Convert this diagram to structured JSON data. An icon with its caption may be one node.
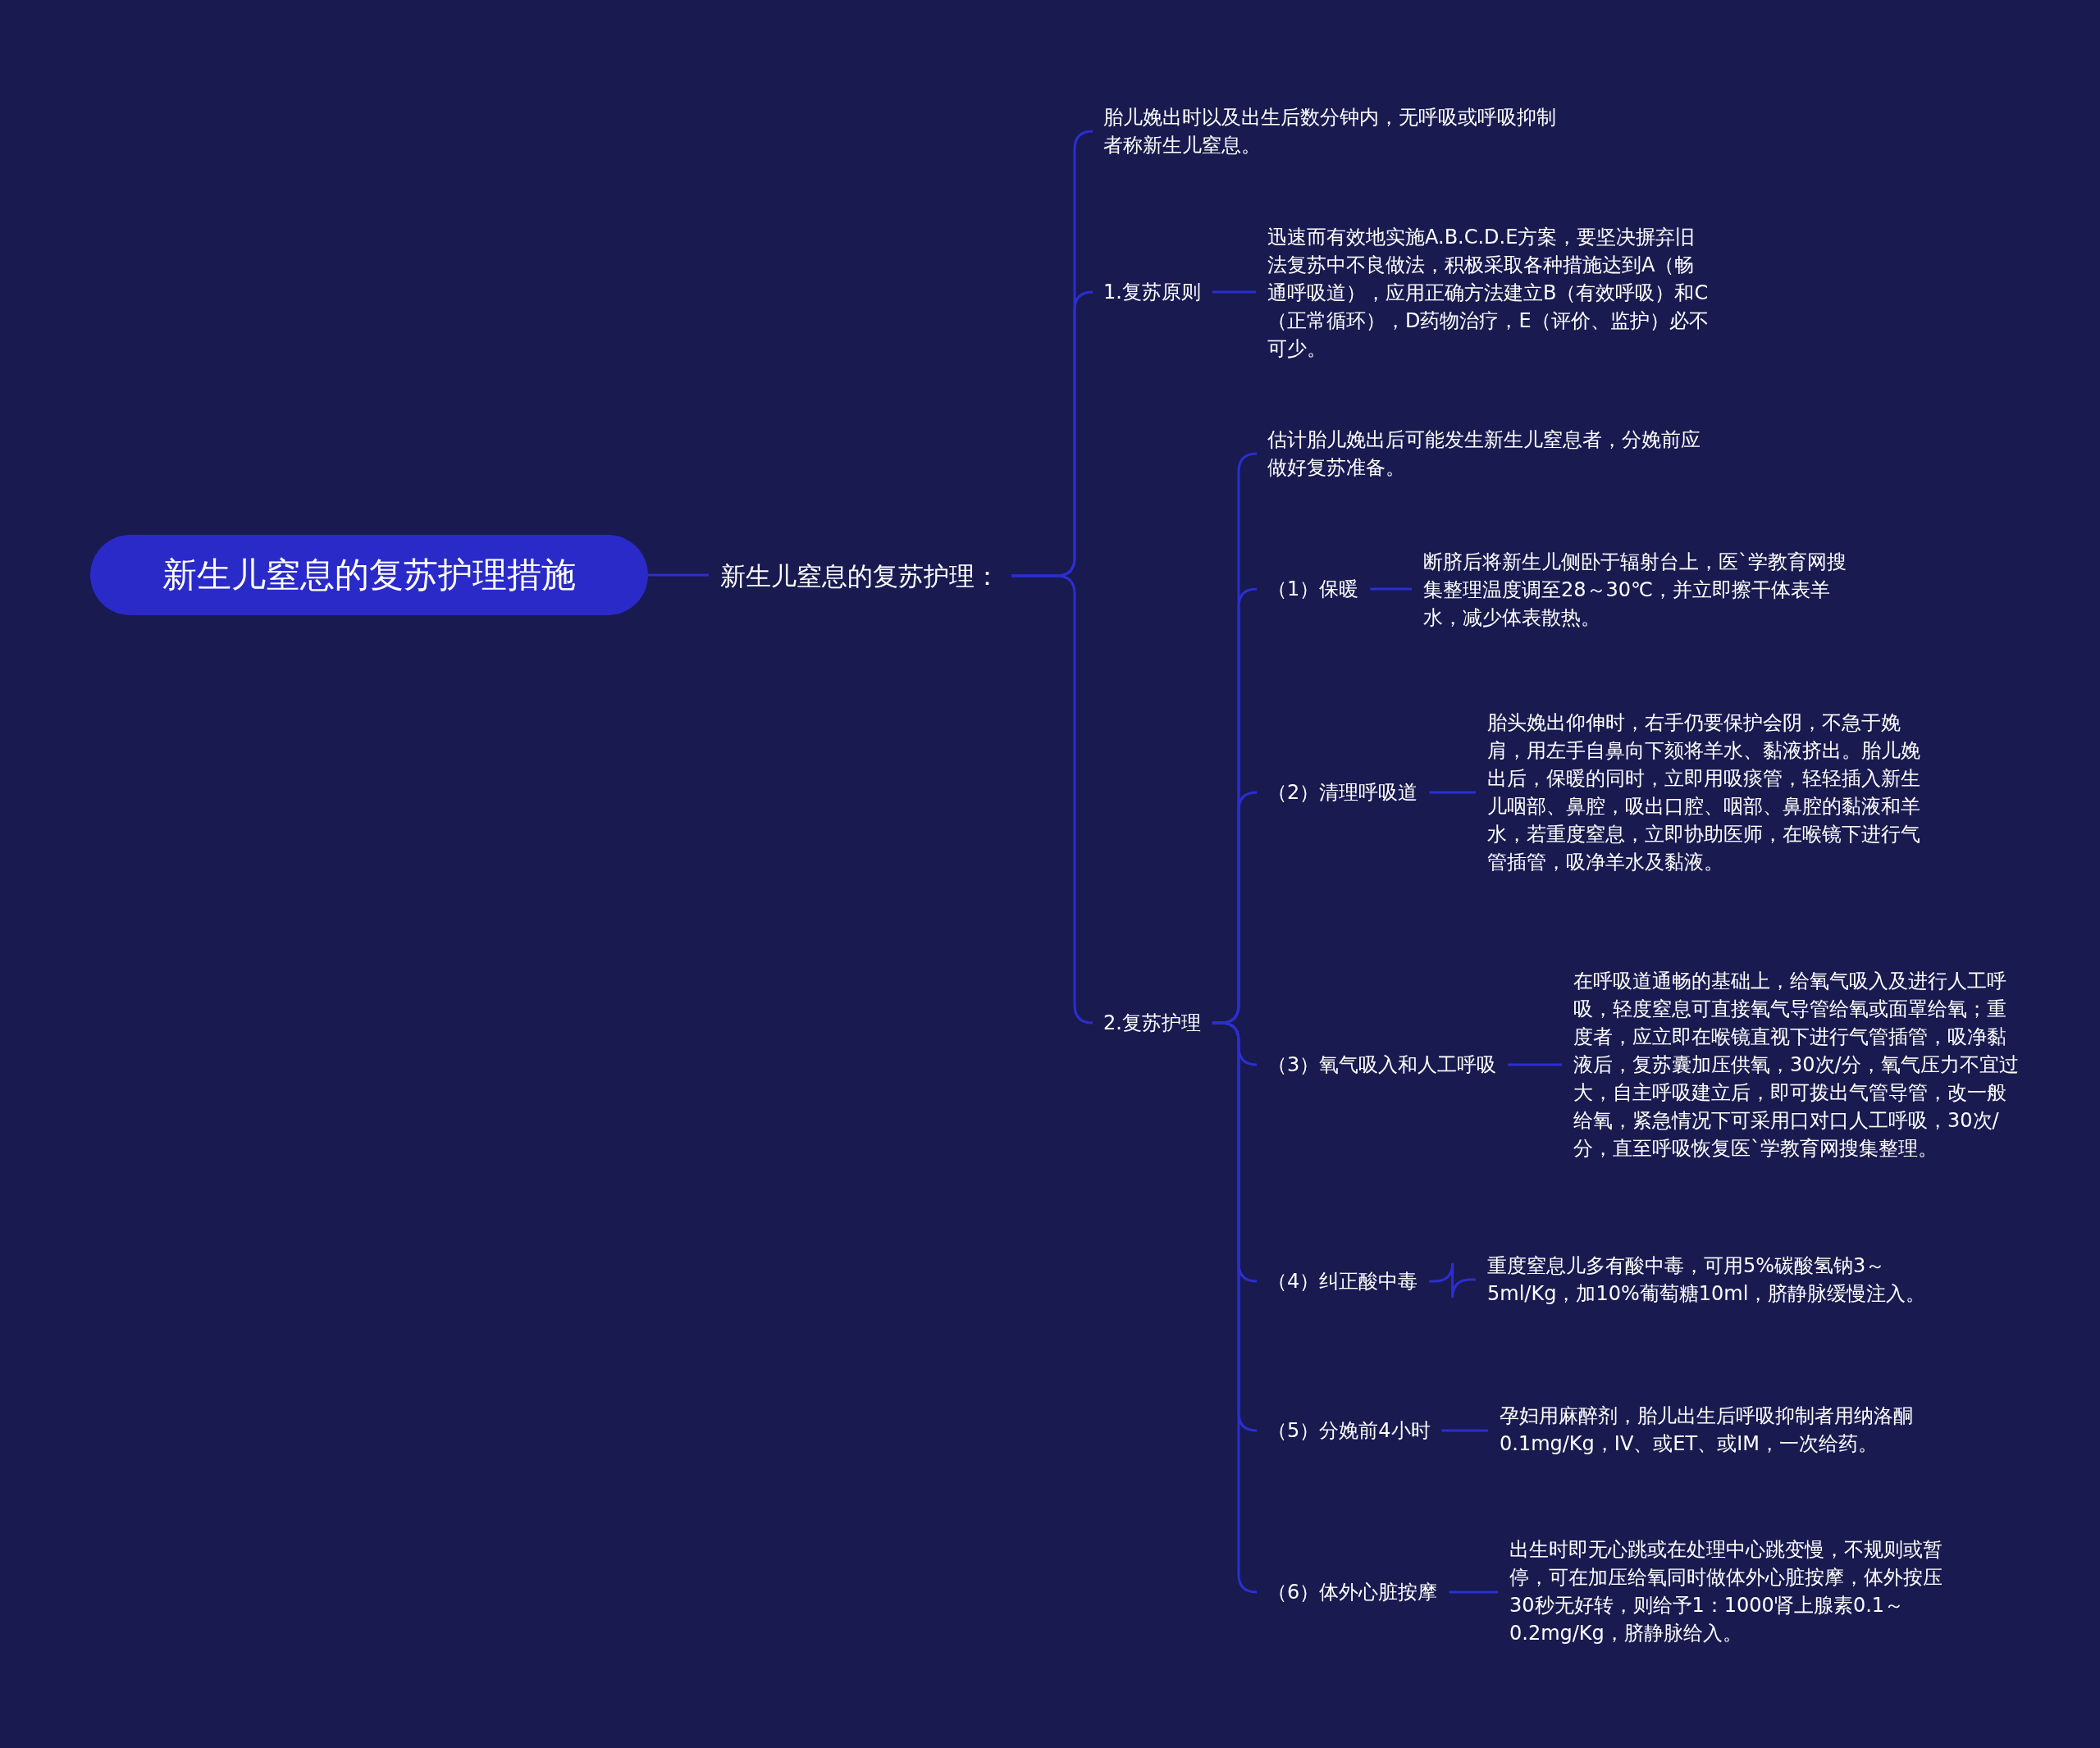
{
  "diagram": {
    "nodes": [
      {
        "text": [
          "新生儿窒息的复苏护理措施"
        ]
      },
      {
        "text": [
          "新生儿窒息的复苏护理："
        ]
      },
      {
        "text": [
          "胎儿娩出时以及出生后数分钟内，无呼吸或呼吸抑制者称新生儿窒息。"
        ]
      },
      {
        "text": [
          "1.复苏原则"
        ]
      },
      {
        "text": [
          "迅速而有效地实施A.B.C.D.E方案，要坚决摒弃旧法复苏中不良做法，积极采取各种措施达到A（畅通呼吸道），应用正确方法建立B（有效呼吸）和C（正常循环），D药物治疗，E（评价、监护）必不可少。"
        ]
      },
      {
        "text": [
          "2.复苏护理"
        ]
      },
      {
        "text": [
          "估计胎儿娩出后可能发生新生儿窒息者，分娩前应做好复苏准备。"
        ]
      },
      {
        "text": [
          "（1）保暖"
        ]
      },
      {
        "text": [
          "断脐后将新生儿侧卧于辐射台上，医`学教育网搜集整理温度调至28～30℃，并立即擦干体表羊水，减少体表散热。"
        ]
      },
      {
        "text": [
          "（2）清理呼吸道"
        ]
      },
      {
        "text": [
          "胎头娩出仰伸时，右手仍要保护会阴，不急于娩肩，用左手自鼻向下颏将羊水、黏液挤出。胎儿娩出后，保暖的同时，立即用吸痰管，轻轻插入新生儿咽部、鼻腔，吸出口腔、咽部、鼻腔的黏液和羊水，若重度窒息，立即协助医师，在喉镜下进行气管插管，吸净羊水及黏液。"
        ]
      },
      {
        "text": [
          "（3）氧气吸入和人工呼吸"
        ]
      },
      {
        "text": [
          "在呼吸道通畅的基础上，给氧气吸入及进行人工呼吸，轻度窒息可直接氧气导管给氧或面罩给氧；重度者，应立即在喉镜直视下进行气管插管，吸净黏液后，复苏囊加压供氧，30次/分，氧气压力不宜过大，自主呼吸建立后，即可拨出气管导管，改一般给氧，紧急情况下可采用口对口人工呼吸，30次/分，直至呼吸恢复医`学教育网搜集整理。"
        ]
      },
      {
        "text": [
          "（4）纠正酸中毒"
        ]
      },
      {
        "text": [
          "重度窒息儿多有酸中毒，可用5%碳酸氢钠3～5ml/Kg，加10%葡萄糖10ml，脐静脉缓慢注入。"
        ]
      },
      {
        "text": [
          "（5）分娩前4小时"
        ]
      },
      {
        "text": [
          "孕妇用麻醉剂，胎儿出生后呼吸抑制者用纳洛酮0.1mg/Kg，IV、或ET、或IM，一次给药。"
        ]
      },
      {
        "text": [
          "（6）体外心脏按摩"
        ]
      },
      {
        "text": [
          "出生时即无心跳或在处理中心跳变慢，不规则或暂停，可在加压给氧同时做体外心脏按摩，体外按压30秒无好转，则给予1：1000肾上腺素0.1～0.2mg/Kg，脐静脉给入。"
        ]
      }
    ],
    "edges": [
      {
        "from": 0,
        "to": 1,
        "arrow": "none"
      },
      {
        "from": 1,
        "to": 2,
        "arrow": "none"
      },
      {
        "from": 1,
        "to": 3,
        "arrow": "none"
      },
      {
        "from": 1,
        "to": 5,
        "arrow": "none"
      },
      {
        "from": 3,
        "to": 4,
        "arrow": "none"
      },
      {
        "from": 5,
        "to": 6,
        "arrow": "none"
      },
      {
        "from": 5,
        "to": 7,
        "arrow": "none"
      },
      {
        "from": 5,
        "to": 9,
        "arrow": "none"
      },
      {
        "from": 5,
        "to": 11,
        "arrow": "none"
      },
      {
        "from": 5,
        "to": 13,
        "arrow": "none"
      },
      {
        "from": 5,
        "to": 15,
        "arrow": "none"
      },
      {
        "from": 5,
        "to": 17,
        "arrow": "none"
      },
      {
        "from": 7,
        "to": 8,
        "arrow": "none"
      },
      {
        "from": 9,
        "to": 10,
        "arrow": "none"
      },
      {
        "from": 11,
        "to": 12,
        "arrow": "none"
      },
      {
        "from": 13,
        "to": 14,
        "arrow": "none"
      },
      {
        "from": 15,
        "to": 16,
        "arrow": "none"
      },
      {
        "from": 17,
        "to": 18,
        "arrow": "none"
      }
    ]
  }
}
